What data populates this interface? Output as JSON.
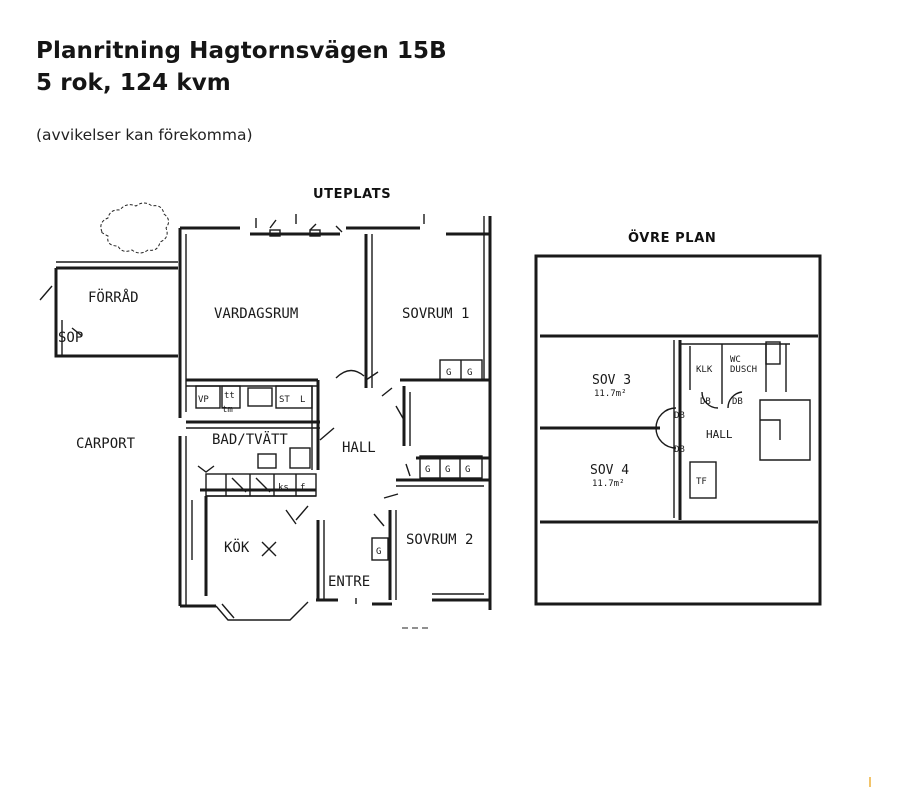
{
  "header": {
    "title": "Planritning Hagtornsvägen 15B",
    "subtitle": "5 rok, 124 kvm",
    "note": "(avvikelser kan förekomma)"
  },
  "ground_floor": {
    "outside_label": "UTEPLATS",
    "rooms": {
      "vardagsrum": "VARDAGSRUM",
      "sovrum1": "SOVRUM 1",
      "forrad": "FÖRRÅD",
      "sop": "SOP",
      "carport": "CARPORT",
      "bad": "BAD/TVÄTT",
      "hall": "HALL",
      "kok": "KÖK",
      "entre": "ENTRE",
      "sovrum2": "SOVRUM 2"
    },
    "fixtures": {
      "vp": "VP",
      "tt": "tt",
      "tm": "tm",
      "st": "ST",
      "l": "L",
      "g": "G",
      "ks": "ks",
      "f": "f"
    }
  },
  "upper_floor": {
    "label": "ÖVRE PLAN",
    "rooms": {
      "sov3": "SOV 3",
      "sov3_area": "11.7m²",
      "sov4": "SOV 4",
      "sov4_area": "11.7m²",
      "klk": "KLK",
      "wc": "WC",
      "dusch": "DUSCH",
      "db": "DB",
      "hall": "HALL",
      "tf": "TF"
    }
  }
}
